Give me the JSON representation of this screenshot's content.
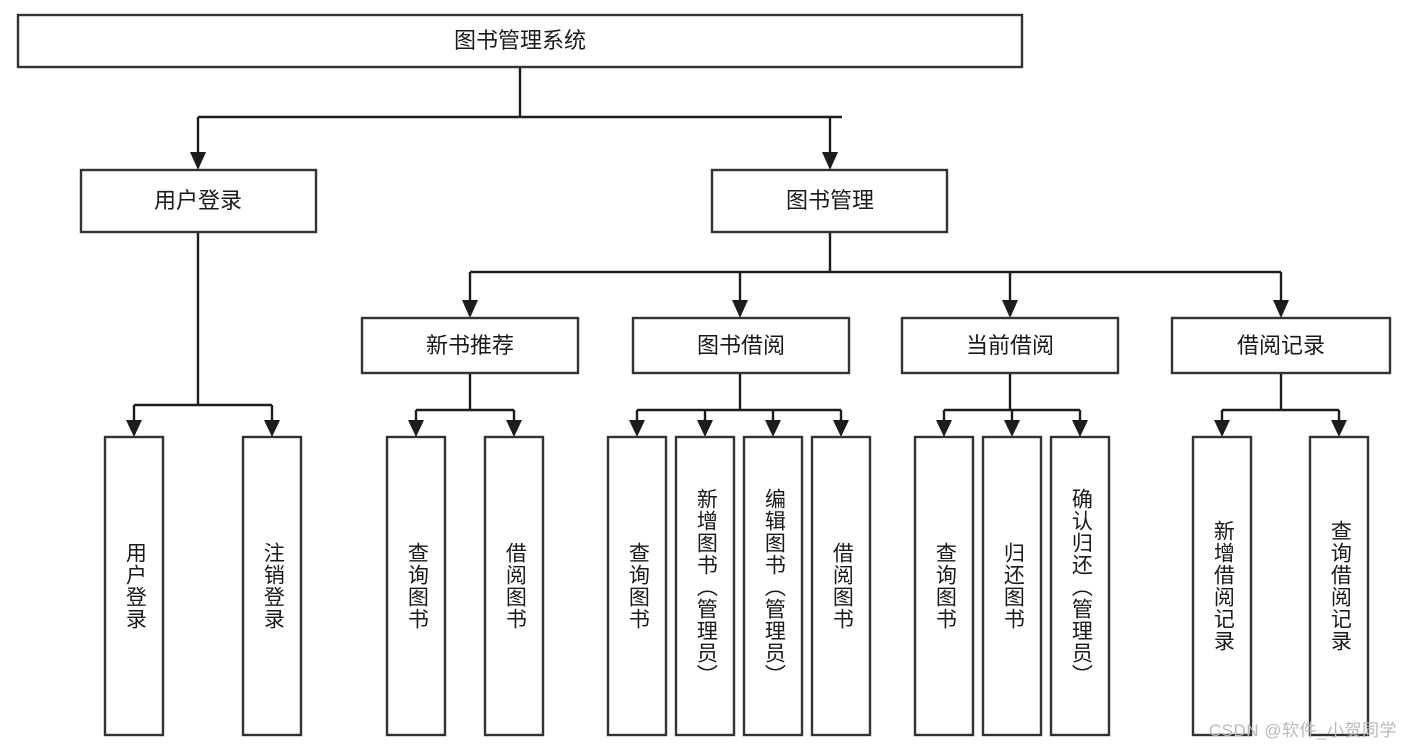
{
  "diagram": {
    "title": "图书管理系统",
    "type": "tree-hierarchy-diagram",
    "watermark": "CSDN @软件_小贺同学",
    "colors": {
      "box_fill": "#ffffff",
      "box_stroke": "#333333",
      "connector": "#1c1c1c",
      "text": "#1a1a1a",
      "watermark": "#b9b9b9",
      "background": "#ffffff"
    }
  },
  "root": {
    "label": "图书管理系统"
  },
  "level2": [
    {
      "label": "用户登录"
    },
    {
      "label": "图书管理"
    }
  ],
  "level3": [
    {
      "label": "新书推荐"
    },
    {
      "label": "图书借阅"
    },
    {
      "label": "当前借阅"
    },
    {
      "label": "借阅记录"
    }
  ],
  "leaves": {
    "user_login": [
      {
        "label": "用户登录"
      },
      {
        "label": "注销登录"
      }
    ],
    "new_book_recommend": [
      {
        "label": "查询图书"
      },
      {
        "label": "借阅图书"
      }
    ],
    "book_borrow": [
      {
        "label": "查询图书"
      },
      {
        "label": "新增图书（管理员）"
      },
      {
        "label": "编辑图书（管理员）"
      },
      {
        "label": "借阅图书"
      }
    ],
    "current_borrow": [
      {
        "label": "查询图书"
      },
      {
        "label": "归还图书"
      },
      {
        "label": "确认归还（管理员）"
      }
    ],
    "borrow_record": [
      {
        "label": "新增借阅记录"
      },
      {
        "label": "查询借阅记录"
      }
    ]
  }
}
